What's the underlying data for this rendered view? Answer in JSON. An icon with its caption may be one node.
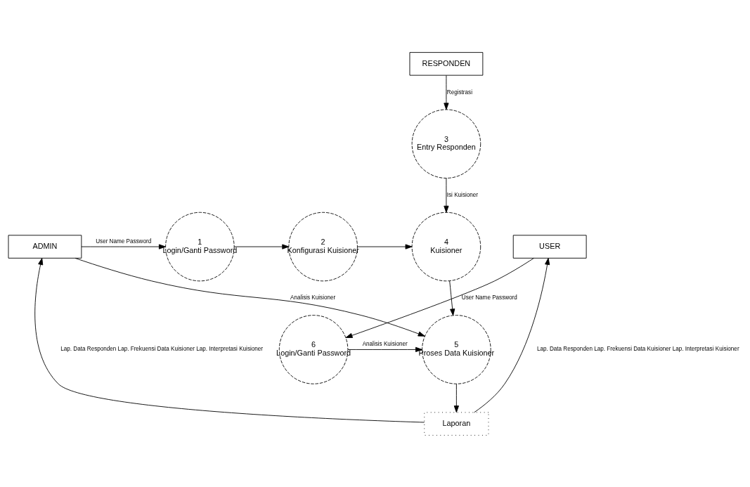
{
  "diagram": {
    "nodes": [
      {
        "text": [
          "RESPONDEN"
        ]
      },
      {
        "text": [
          "3",
          "Entry Responden"
        ]
      },
      {
        "text": [
          "ADMIN"
        ]
      },
      {
        "text": [
          "1",
          "Login/Ganti Password"
        ]
      },
      {
        "text": [
          "2",
          "Konfigurasi Kuisioner"
        ]
      },
      {
        "text": [
          "4",
          "Kuisioner"
        ]
      },
      {
        "text": [
          "USER"
        ]
      },
      {
        "text": [
          "5",
          "Proses Data Kuisioner"
        ]
      },
      {
        "text": [
          "6",
          "Login/Ganti Password"
        ]
      },
      {
        "text": [
          "Laporan"
        ]
      }
    ],
    "edges": [
      {
        "from": 0,
        "to": 1,
        "arrow": "to",
        "label": "Registrasi"
      },
      {
        "from": 1,
        "to": 5,
        "arrow": "to",
        "label": "Isi Kuisioner"
      },
      {
        "from": 2,
        "to": 3,
        "arrow": "to",
        "label": "User Name Password"
      },
      {
        "from": 3,
        "to": 4,
        "arrow": "to"
      },
      {
        "from": 4,
        "to": 5,
        "arrow": "to"
      },
      {
        "from": 5,
        "to": 7,
        "arrow": "to"
      },
      {
        "from": 6,
        "to": 8,
        "arrow": "to",
        "label": "User Name Password"
      },
      {
        "from": 2,
        "to": 7,
        "arrow": "to",
        "label": "Analisis Kuisioner"
      },
      {
        "from": 8,
        "to": 7,
        "arrow": "to",
        "label": "Analisis Kuisioner"
      },
      {
        "from": 7,
        "to": 9,
        "arrow": "to"
      },
      {
        "from": 9,
        "to": 2,
        "arrow": "to",
        "label": "Lap. Data Responden Lap. Frekuensi Data Kuisioner Lap. Interpretasi Kuisioner"
      },
      {
        "from": 9,
        "to": 6,
        "arrow": "to",
        "label": "Lap. Data Responden Lap. Frekuensi Data Kuisioner Lap. Interpretasi Kuisioner"
      }
    ]
  }
}
